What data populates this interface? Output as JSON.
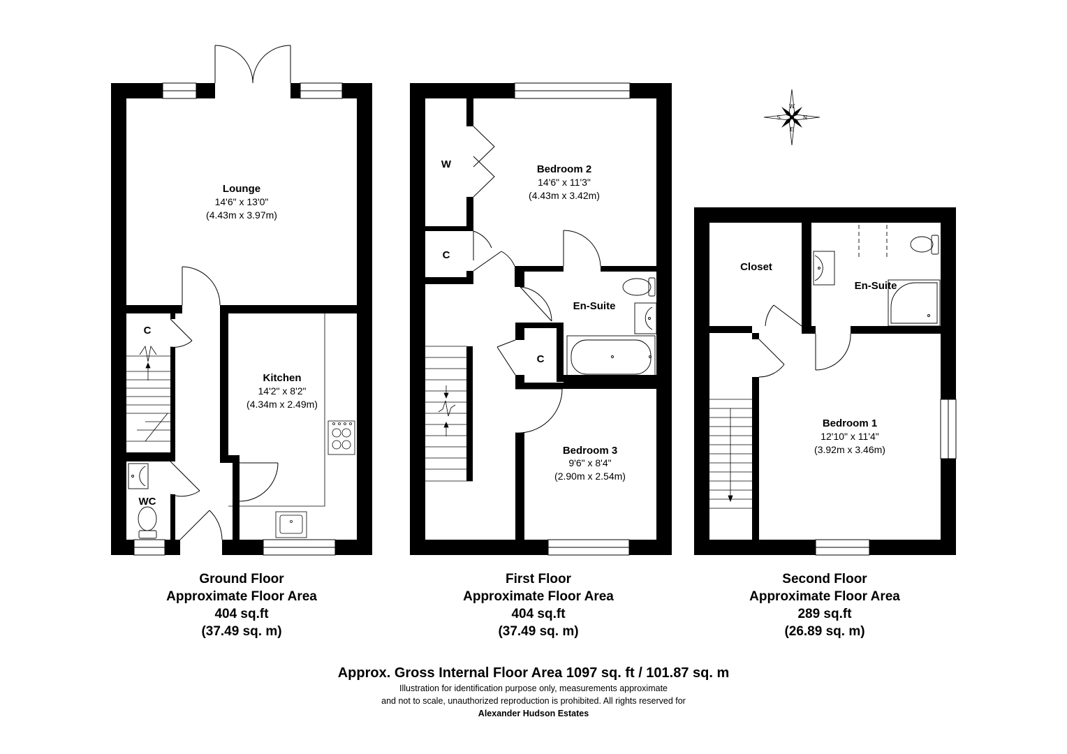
{
  "rooms": {
    "lounge": {
      "name": "Lounge",
      "size_imperial": "14'6\" x 13'0\"",
      "size_metric": "(4.43m x 3.97m)"
    },
    "kitchen": {
      "name": "Kitchen",
      "size_imperial": "14'2\" x 8'2\"",
      "size_metric": "(4.34m x 2.49m)"
    },
    "wc": {
      "name": "WC"
    },
    "ground_cupboard": {
      "name": "C"
    },
    "bedroom2": {
      "name": "Bedroom 2",
      "size_imperial": "14'6\" x 11'3\"",
      "size_metric": "(4.43m x 3.42m)"
    },
    "wardrobe": {
      "name": "W"
    },
    "first_cupboard_a": {
      "name": "C"
    },
    "first_cupboard_b": {
      "name": "C"
    },
    "ensuite_first": {
      "name": "En-Suite"
    },
    "bedroom3": {
      "name": "Bedroom 3",
      "size_imperial": "9'6\" x 8'4\"",
      "size_metric": "(2.90m x 2.54m)"
    },
    "closet": {
      "name": "Closet"
    },
    "ensuite_second": {
      "name": "En-Suite"
    },
    "bedroom1": {
      "name": "Bedroom 1",
      "size_imperial": "12'10\" x 11'4\"",
      "size_metric": "(3.92m x 3.46m)"
    }
  },
  "compass": {
    "n": "N",
    "s": "S",
    "e": "E",
    "w": "W"
  },
  "floors": [
    {
      "name": "Ground Floor",
      "area_label": "Approximate Floor Area",
      "area_sqft": "404 sq.ft",
      "area_sqm": "(37.49 sq. m)"
    },
    {
      "name": "First Floor",
      "area_label": "Approximate Floor Area",
      "area_sqft": "404 sq.ft",
      "area_sqm": "(37.49 sq. m)"
    },
    {
      "name": "Second Floor",
      "area_label": "Approximate Floor Area",
      "area_sqft": "289 sq.ft",
      "area_sqm": "(26.89 sq. m)"
    }
  ],
  "footer": {
    "gross_area": "Approx. Gross Internal Floor Area 1097 sq. ft / 101.87 sq. m",
    "disclaimer_line1": "Illustration for identification purpose only, measurements approximate",
    "disclaimer_line2": "and not to scale, unauthorized reproduction is prohibited. All rights reserved for",
    "brand": "Alexander Hudson Estates"
  },
  "colors": {
    "wall": "#000000",
    "fixture": "#000000",
    "background": "#ffffff"
  }
}
